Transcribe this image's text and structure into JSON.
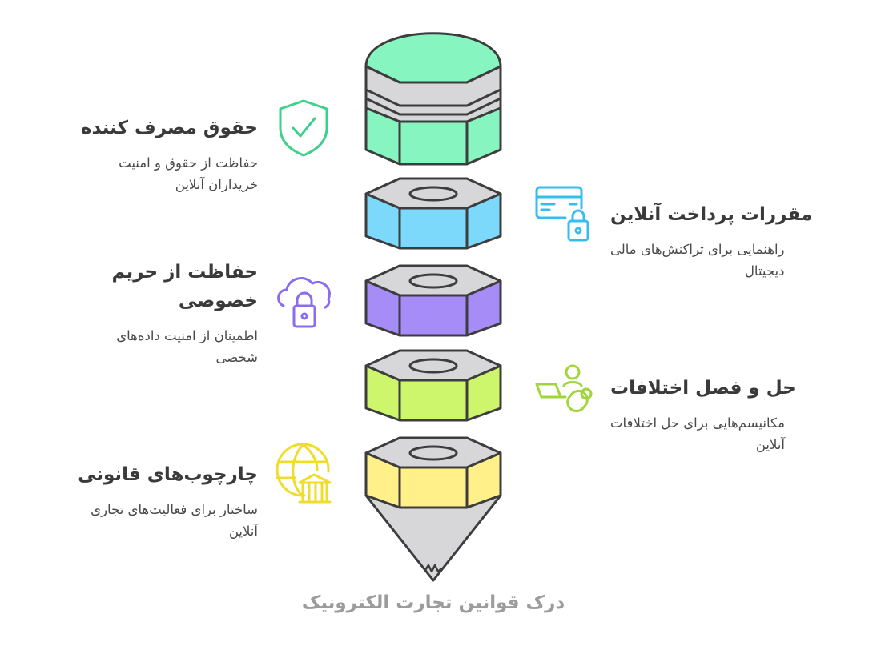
{
  "title": "درک قوانین تجارت الکترونیک",
  "items": [
    {
      "title": "حقوق مصرف کننده",
      "desc": [
        "حفاظت از حقوق و امنیت",
        "خریداران آنلاین"
      ],
      "icon": "shield-check-icon",
      "color": "#3fd08a"
    },
    {
      "title": "مقررات پرداخت آنلاین",
      "desc": [
        "راهنمایی برای تراکنش‌های مالی",
        "دیجیتال"
      ],
      "icon": "credit-card-lock-icon",
      "color": "#35bdf0"
    },
    {
      "title": [
        "حفاظت از حریم",
        "خصوصی"
      ],
      "desc": [
        "اطمینان از امنیت داده‌های",
        "شخصی"
      ],
      "icon": "cloud-lock-icon",
      "color": "#8a6cf0"
    },
    {
      "title": "حل و فصل اختلافات",
      "desc": [
        "مکانیسم‌هایی برای حل اختلافات",
        "آنلاین"
      ],
      "icon": "people-laptop-icon",
      "color": "#9fd63a"
    },
    {
      "title": "چارچوب‌های قانونی",
      "desc": [
        "ساختار برای فعالیت‌های تجاری",
        "آنلاین"
      ],
      "icon": "globe-bank-icon",
      "color": "#f0dc2a"
    }
  ],
  "pencil_colors": {
    "cap": "#86f5c0",
    "band": "#d7d7d9",
    "nut1": "#7dd9fb",
    "nut2": "#a58cf6",
    "nut3": "#cdf66d",
    "nut4": "#fff08a",
    "stroke": "#3d3d3d"
  }
}
